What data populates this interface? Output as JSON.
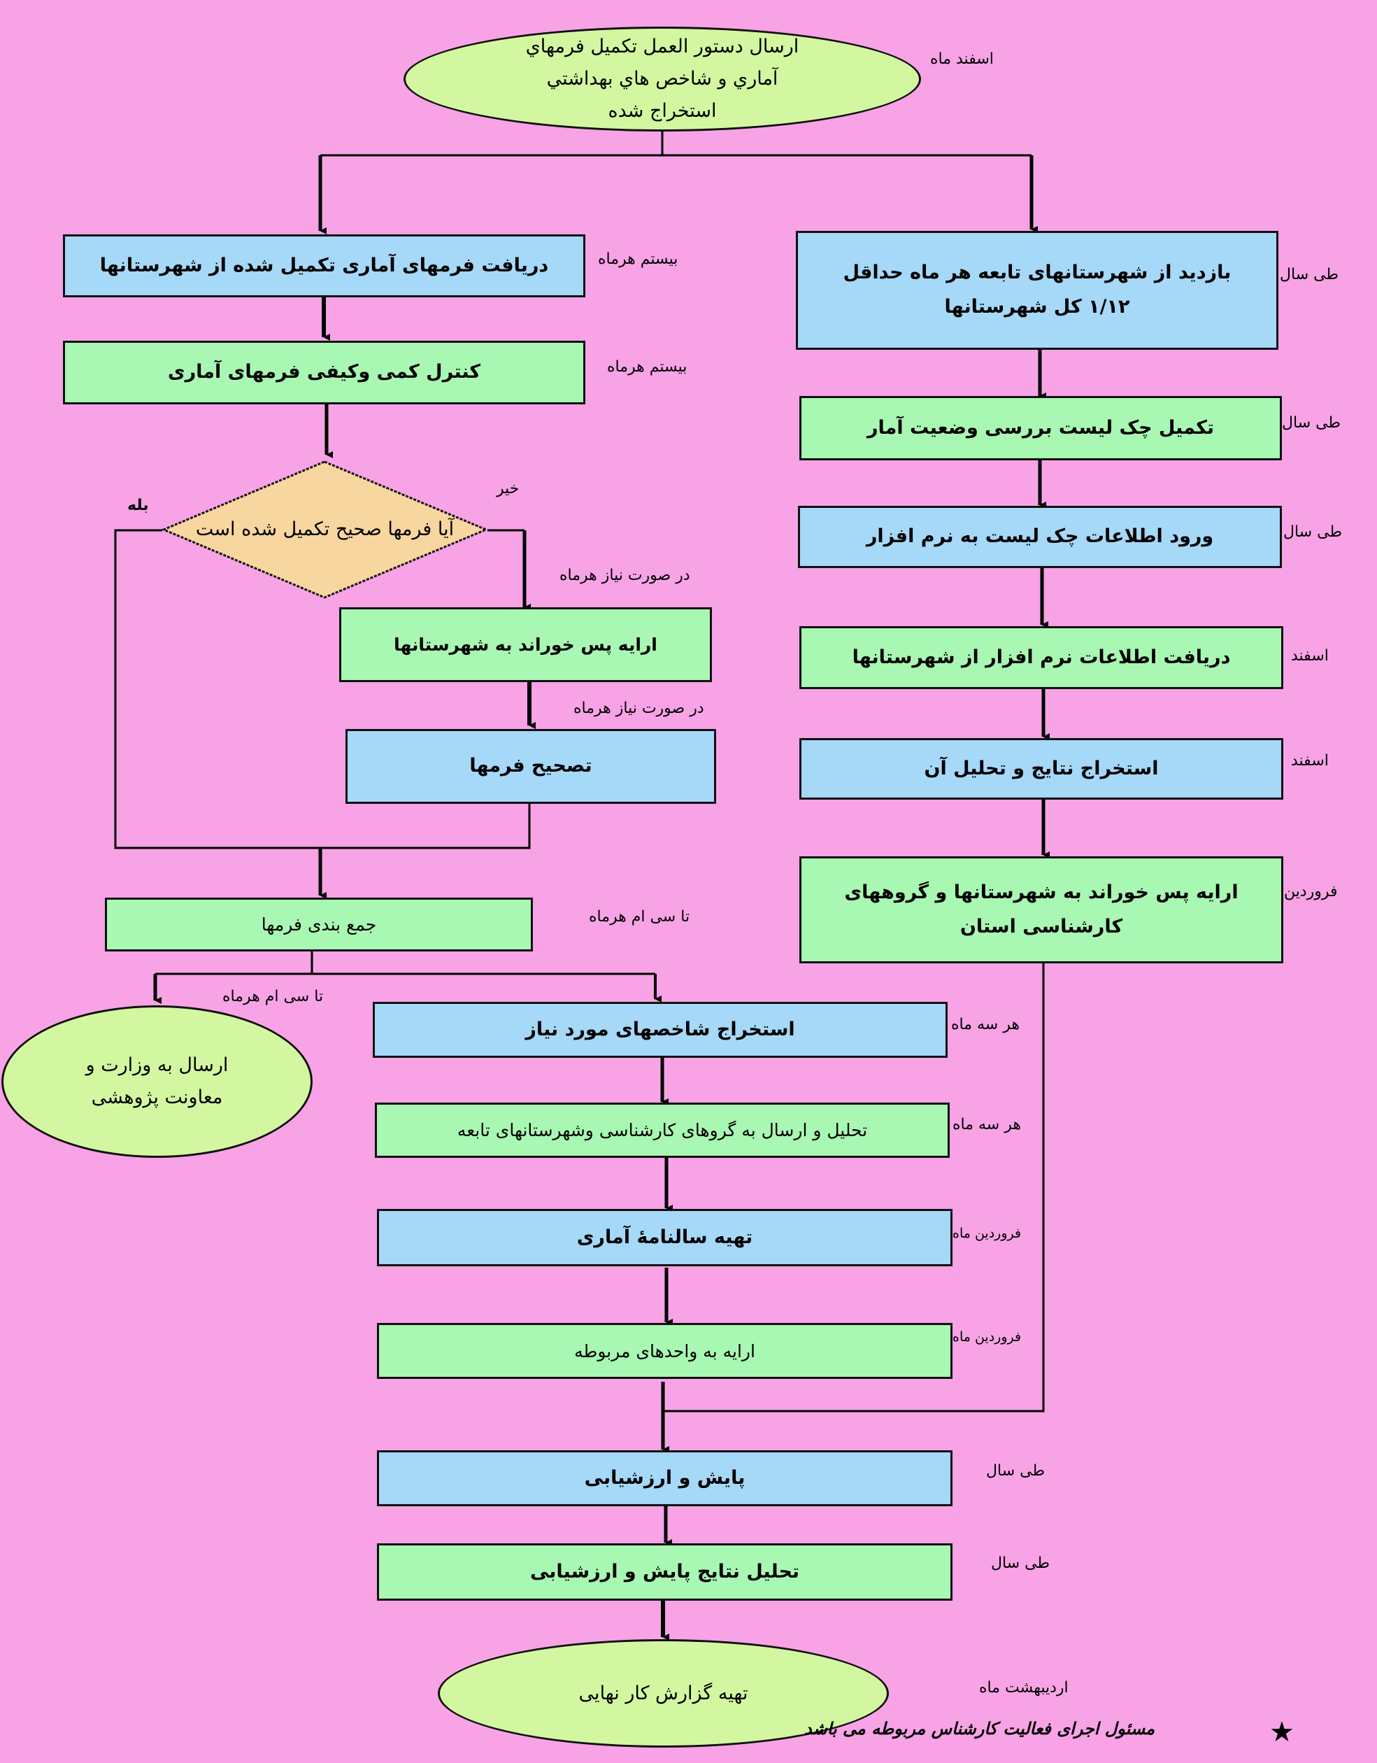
{
  "diagram": {
    "type": "flowchart",
    "background_color": "#f7a3e6",
    "colors": {
      "process_blue": "#a6d8f7",
      "process_green": "#a8f7b2",
      "terminal": "#d3f7a0",
      "decision": "#f7d6a0"
    },
    "nodes": {
      "start": {
        "text": "ارسال دستور العمل تكميل فرمهاي آماري و شاخص هاي بهداشتي استخراج شده",
        "time": "اسفند ماه"
      },
      "receive_forms": {
        "text": "دریافت فرمهای آماری تکمیل شده از شهرستانها",
        "time": "بیستم هرماه"
      },
      "control_forms": {
        "text": "کنترل کمی وکیفی فرمهای آماری",
        "time": "بیستم هرماه"
      },
      "decision": {
        "text": "آیا فرمها صحیح تکمیل شده است",
        "yes_label": "بله",
        "no_label": "خیر"
      },
      "feedback_cities": {
        "text": "ارایه پس خوراند به شهرستانها",
        "time": "در صورت نیاز هرماه"
      },
      "correct_forms": {
        "text": "تصحیح فرمها",
        "time": "در صورت نیاز هرماه"
      },
      "summarize_forms": {
        "text": "جمع بندی فرمها",
        "time": "تا سی ام هرماه"
      },
      "send_ministry": {
        "text": "ارسال به وزارت و معاونت پژوهشی",
        "time": "تا سی ام هرماه"
      },
      "visit_cities": {
        "text": "بازدید از شهرستانهای تابعه هر ماه حداقل ۱/۱۲ کل شهرستانها",
        "time": "طی سال"
      },
      "checklist_complete": {
        "text": "تکمیل چک لیست بررسی وضعیت آمار",
        "time": "طی سال"
      },
      "checklist_entry": {
        "text": "ورود اطلاعات چک لیست به نرم افزار",
        "time": "طی سال"
      },
      "receive_software_data": {
        "text": "دریافت اطلاعات نرم افزار از شهرستانها",
        "time": "اسفند"
      },
      "extract_results": {
        "text": "استخراج نتایج و تحلیل آن",
        "time": "اسفند"
      },
      "feedback_groups": {
        "text": "ارایه پس خوراند به شهرستانها و گروههای کارشناسی استان",
        "time": "فروردین"
      },
      "extract_indicators": {
        "text": "استخراج شاخصهای مورد نیاز",
        "time": "هر سه ماه"
      },
      "analyze_send": {
        "text": "تحلیل و ارسال به گروهای کارشناسی وشهرستانهای تابعه",
        "time": "هر سه ماه"
      },
      "yearbook": {
        "text": "تهیه سالنامهٔ آماری",
        "time": "فروردین ماه"
      },
      "present_units": {
        "text": "ارایه به واحدهای مربوطه",
        "time": "فروردین ماه"
      },
      "monitoring": {
        "text": "پایش و ارزشیابی",
        "time": "طی سال"
      },
      "analyze_monitoring": {
        "text": "تحلیل نتایج پایش و ارزشیابی",
        "time": "طی سال"
      },
      "final_report": {
        "text": "تهیه گزارش کار نهایی",
        "time": "اردیبهشت ماه"
      }
    },
    "footnote": "مسئول اجرای فعالیت کارشناس مربوطه می باشد"
  }
}
